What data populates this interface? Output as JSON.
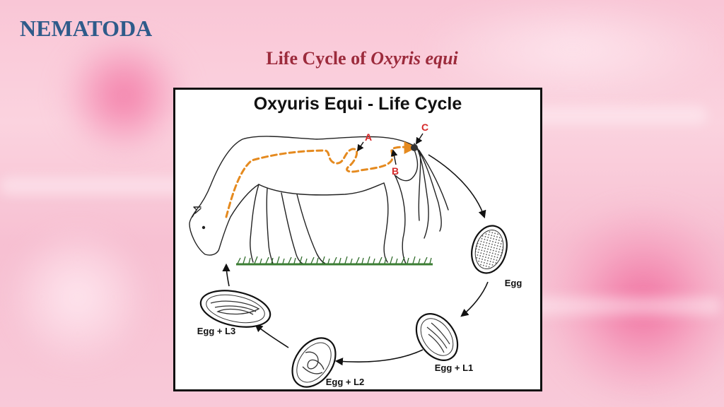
{
  "slide": {
    "title": "NEMATODA",
    "subtitle_prefix": "Life Cycle of ",
    "subtitle_italic": "Oxyris equi"
  },
  "diagram": {
    "heading": "Oxyuris Equi - Life Cycle",
    "markers": {
      "a": "A",
      "b": "B",
      "c": "C"
    },
    "stages": {
      "egg": "Egg",
      "egg_l1": "Egg + L1",
      "egg_l2": "Egg + L2",
      "egg_l3": "Egg + L3"
    },
    "colors": {
      "path": "#e58a1f",
      "marker": "#d62828",
      "outline": "#222222"
    }
  }
}
